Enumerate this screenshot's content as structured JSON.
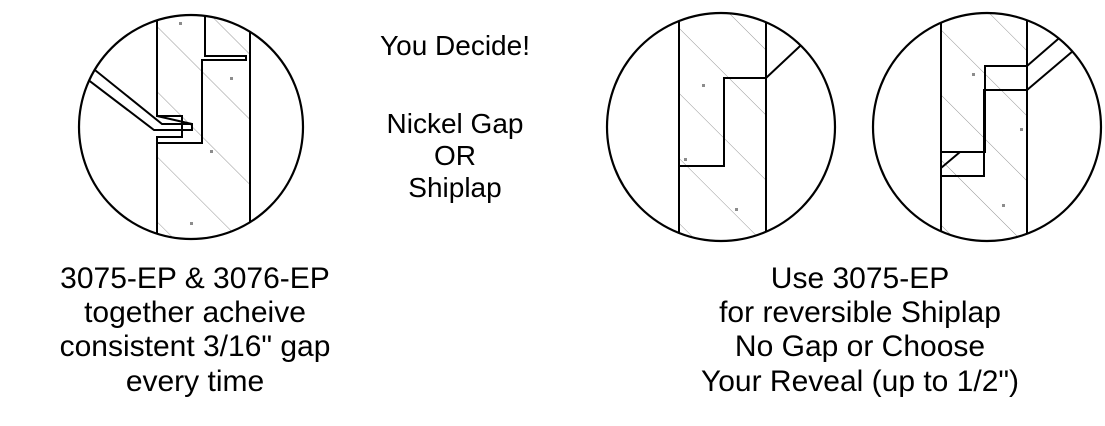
{
  "center_text": {
    "line1": "You Decide!",
    "line2": "Nickel Gap",
    "line3": "OR",
    "line4": "Shiplap"
  },
  "left_caption": {
    "line1": "3075-EP & 3076-EP",
    "line2": "together acheive",
    "line3": "consistent 3/16\" gap",
    "line4": "every time"
  },
  "right_caption": {
    "line1": "Use 3075-EP",
    "line2": "for reversible Shiplap",
    "line3": "No Gap or Choose",
    "line4": "Your Reveal (up to 1/2\")"
  },
  "colors": {
    "stroke": "#000000",
    "hatch": "#8c8c8c",
    "background": "#ffffff"
  }
}
